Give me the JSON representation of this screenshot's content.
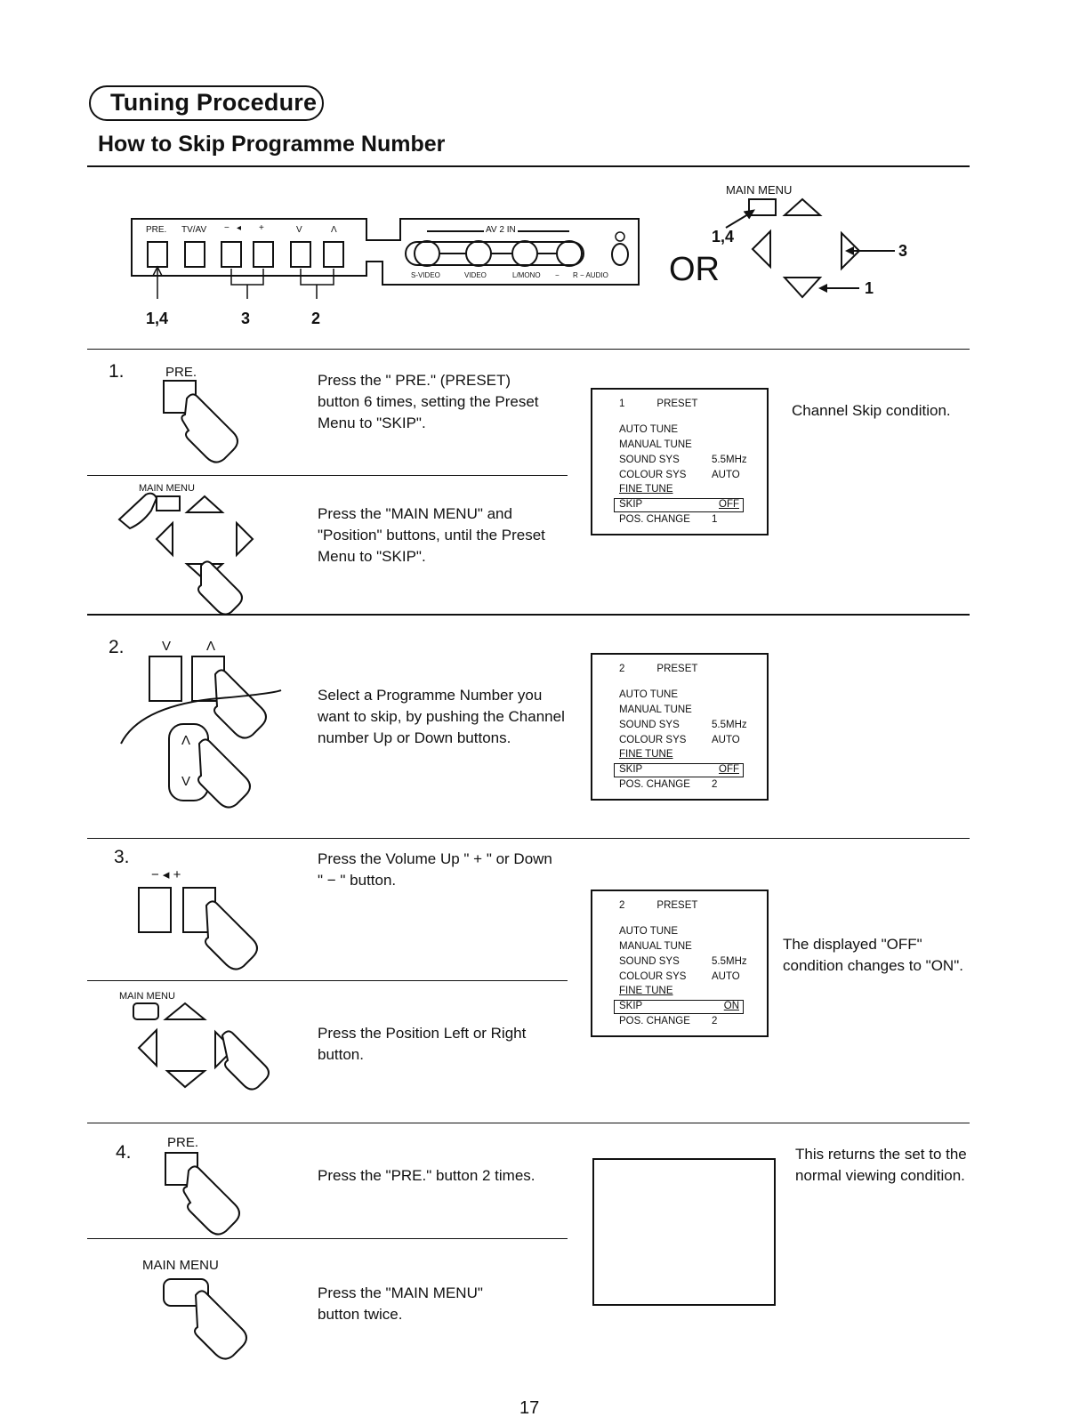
{
  "section_title": "Tuning Procedure",
  "page_title": "How to Skip Programme Number",
  "panel": {
    "button_labels": [
      "PRE.",
      "TV/AV",
      "−",
      "◂",
      "+",
      "V",
      "Λ"
    ],
    "av_in_label": "AV 2 IN",
    "jack_labels": [
      "S-VIDEO",
      "VIDEO",
      "L/MONO",
      "−",
      "R − AUDIO"
    ],
    "callouts": [
      "1,4",
      "3",
      "2"
    ],
    "or_label": "OR",
    "remote_main_menu_label": "MAIN MENU",
    "remote_callouts": [
      "1,4",
      "3",
      "1"
    ]
  },
  "steps": [
    {
      "number": "1.",
      "button_caption": "PRE.",
      "text_a": "Press the \" PRE.\" (PRESET)\nbutton 6 times, setting the Preset\nMenu to \"SKIP\".",
      "alt_caption": "MAIN MENU",
      "text_b": "Press the \"MAIN MENU\" and\n\"Position\" buttons, until the Preset\nMenu to \"SKIP\".",
      "note": "Channel Skip condition."
    },
    {
      "number": "2.",
      "button_caption_left": "V",
      "button_caption_right": "Λ",
      "rocker_up": "Λ",
      "rocker_down": "V",
      "text": "Select a Programme Number you\nwant to skip, by pushing the Channel\nnumber Up or Down buttons."
    },
    {
      "number": "3.",
      "button_caption": "− ◂ +",
      "text_a": "Press the Volume Up \" + \" or Down\n\" − \" button.",
      "alt_caption": "MAIN MENU",
      "text_b": "Press the Position Left or Right\nbutton.",
      "note": "The displayed \"OFF\"\ncondition changes to \"ON\"."
    },
    {
      "number": "4.",
      "button_caption": "PRE.",
      "text_a": "Press the \"PRE.\" button 2 times.",
      "alt_caption": "MAIN MENU",
      "text_b": "Press the \"MAIN MENU\"\nbutton twice.",
      "note": "This returns the set to the\nnormal viewing condition."
    }
  ],
  "osd_screens": [
    {
      "position": "1",
      "title": "PRESET",
      "items": [
        {
          "label": "AUTO TUNE",
          "value": ""
        },
        {
          "label": "MANUAL TUNE",
          "value": ""
        },
        {
          "label": "SOUND SYS",
          "value": "5.5MHz"
        },
        {
          "label": "COLOUR SYS",
          "value": "AUTO"
        },
        {
          "label": "FINE TUNE",
          "value": ""
        }
      ],
      "skip_label": "SKIP",
      "skip_value": "OFF",
      "pos_label": "POS. CHANGE",
      "pos_value": "1"
    },
    {
      "position": "2",
      "title": "PRESET",
      "items": [
        {
          "label": "AUTO TUNE",
          "value": ""
        },
        {
          "label": "MANUAL TUNE",
          "value": ""
        },
        {
          "label": "SOUND SYS",
          "value": "5.5MHz"
        },
        {
          "label": "COLOUR SYS",
          "value": "AUTO"
        },
        {
          "label": "FINE TUNE",
          "value": ""
        }
      ],
      "skip_label": "SKIP",
      "skip_value": "OFF",
      "pos_label": "POS. CHANGE",
      "pos_value": "2"
    },
    {
      "position": "2",
      "title": "PRESET",
      "items": [
        {
          "label": "AUTO TUNE",
          "value": ""
        },
        {
          "label": "MANUAL TUNE",
          "value": ""
        },
        {
          "label": "SOUND SYS",
          "value": "5.5MHz"
        },
        {
          "label": "COLOUR SYS",
          "value": "AUTO"
        },
        {
          "label": "FINE TUNE",
          "value": ""
        }
      ],
      "skip_label": "SKIP",
      "skip_value": "ON",
      "pos_label": "POS. CHANGE",
      "pos_value": "2"
    }
  ],
  "page_number": "17"
}
